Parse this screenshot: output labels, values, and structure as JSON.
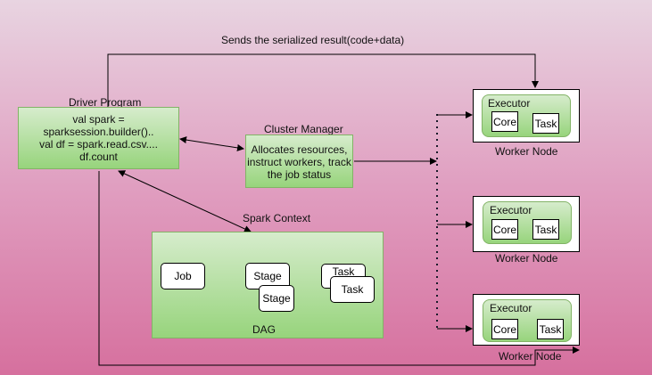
{
  "top_label": "Sends the serialized result(code+data)",
  "driver": {
    "title": "Driver  Program",
    "lines": [
      "val spark =",
      "sparksession.builder()..",
      "val df = spark.read.csv....",
      "df.count"
    ]
  },
  "cluster_manager": {
    "title": "Cluster Manager",
    "lines": [
      "Allocates resources,",
      "instruct workers, track",
      "the job status"
    ]
  },
  "spark_context": {
    "title": "Spark Context",
    "job": "Job",
    "stage1": "Stage",
    "stage2": "Stage",
    "task1": "Task",
    "task2": "Task",
    "dag": "DAG"
  },
  "workers": [
    {
      "executor": "Executor",
      "core": "Core",
      "task": "Task",
      "label": "Worker Node"
    },
    {
      "executor": "Executor",
      "core": "Core",
      "task": "Task",
      "label": "Worker Node"
    },
    {
      "executor": "Executor",
      "core": "Core",
      "task": "Task",
      "label": "Worker Node"
    }
  ]
}
